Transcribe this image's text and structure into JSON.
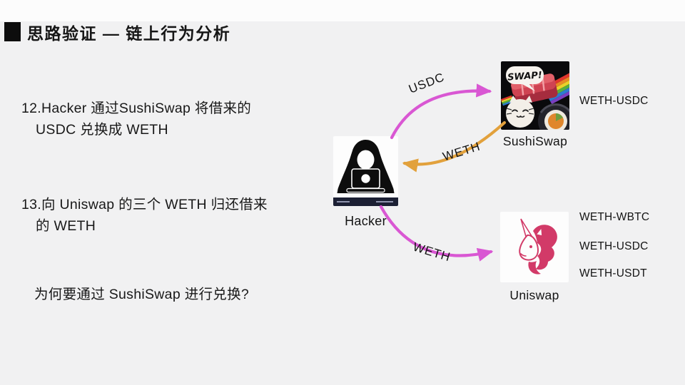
{
  "title": "思路验证 — 链上行为分析",
  "notes": {
    "item12_line1": "12.Hacker 通过SushiSwap 将借来的",
    "item12_line2": "USDC 兑换成 WETH",
    "item13_line1": "13.向 Uniswap 的三个 WETH 归还借来",
    "item13_line2": "的 WETH",
    "question": "为何要通过 SushiSwap 进行兑换?"
  },
  "diagram": {
    "hacker": {
      "label": "Hacker"
    },
    "sushiswap": {
      "label": "SushiSwap",
      "logo_text": "SWAP!",
      "pools": [
        "WETH-USDC"
      ]
    },
    "uniswap": {
      "label": "Uniswap",
      "pools": [
        "WETH-WBTC",
        "WETH-USDC",
        "WETH-USDT"
      ]
    },
    "arrows": [
      {
        "label": "USDC",
        "from": "Hacker",
        "to": "SushiSwap",
        "color": "#d957d3"
      },
      {
        "label": "WETH",
        "from": "SushiSwap",
        "to": "Hacker",
        "color": "#e2a13c"
      },
      {
        "label": "WETH",
        "from": "Hacker",
        "to": "Uniswap",
        "color": "#d957d3"
      }
    ]
  },
  "colors": {
    "background": "#f1f1f2",
    "accent_magenta": "#d957d3",
    "accent_orange": "#e2a13c",
    "uniswap_pink": "#d23a68",
    "sushi_red": "#cf4352",
    "text": "#181818"
  }
}
